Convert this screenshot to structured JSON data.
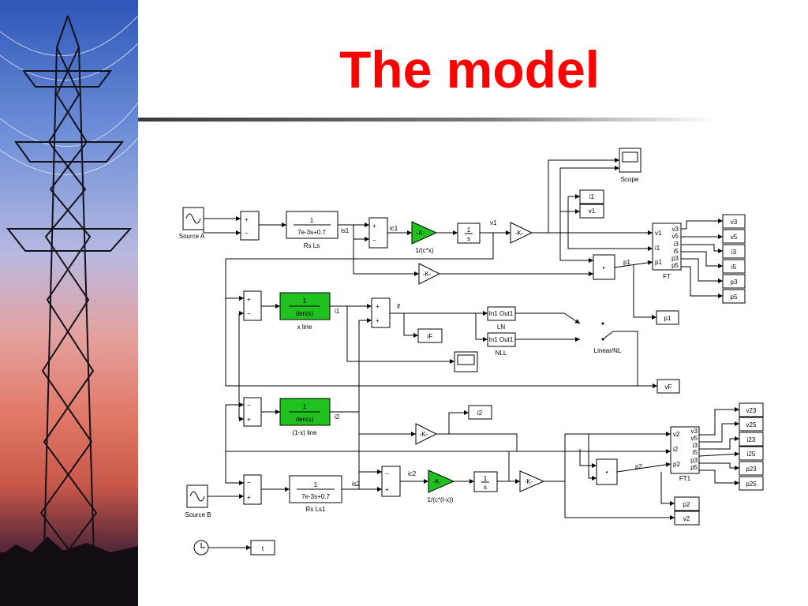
{
  "slide": {
    "title": "The model"
  },
  "blocks": {
    "source_a": "Source A",
    "source_b": "Source B",
    "scope_label": "Scope",
    "tf1_num": "1",
    "tf1_den": "7e-3s+0.7",
    "tf1_name": "Rs Ls",
    "tf2_num": "1",
    "tf2_den": "7e-3s+0.7",
    "tf2_name": "Rs Ls1",
    "xline_num": "1",
    "xline_den": "den(s)",
    "xline_name": "x line",
    "oneminusx_num": "1",
    "oneminusx_den": "den(s)",
    "oneminusx_name": "(1-x) line",
    "gain": "-K-",
    "gain1_name": "1/(c*x)",
    "gain2_name": "1/(c*(l-x))",
    "int_num": "1",
    "int_den": "s",
    "product": "•",
    "ln_name": "LN",
    "nll_name": "NLL",
    "inout": "In1 Out1",
    "switch_name": "Linear/NL",
    "ft1_name": "FT",
    "ft2_name": "FT1",
    "clock_out": "t"
  },
  "ports": {
    "ft1_in": [
      "v1",
      "i1",
      "p1"
    ],
    "ft1_out": [
      "v3",
      "v5",
      "i3",
      "i5",
      "p3",
      "p5"
    ],
    "ft2_in": [
      "v2",
      "i2",
      "p2"
    ],
    "ft2_out": [
      "v3",
      "v5",
      "i3",
      "i5",
      "p3",
      "p5"
    ]
  },
  "signals": {
    "is1": "is1",
    "ic1": "ic1",
    "v1": "v1",
    "p1": "p1",
    "i1": "i1",
    "if": "if",
    "i2": "i2",
    "is2": "is2",
    "ic2": "ic2",
    "p2": "p2"
  },
  "outputs": {
    "top_group": [
      "i1",
      "v1"
    ],
    "ft1_group": [
      "v3",
      "v5",
      "i3",
      "i5",
      "p3",
      "p5"
    ],
    "single": {
      "p1": "p1",
      "iF": "iF",
      "vF": "vF",
      "i2": "i2"
    },
    "ft2_group": [
      "v23",
      "v25",
      "i23",
      "i25",
      "p23",
      "p25"
    ],
    "bottom_group": [
      "p2",
      "v2"
    ]
  },
  "signs": {
    "plus": "+",
    "minus": "−"
  },
  "colors": {
    "title": "#ff0000",
    "green_block": "#1fc21f",
    "rule": "#4a4a4a"
  }
}
